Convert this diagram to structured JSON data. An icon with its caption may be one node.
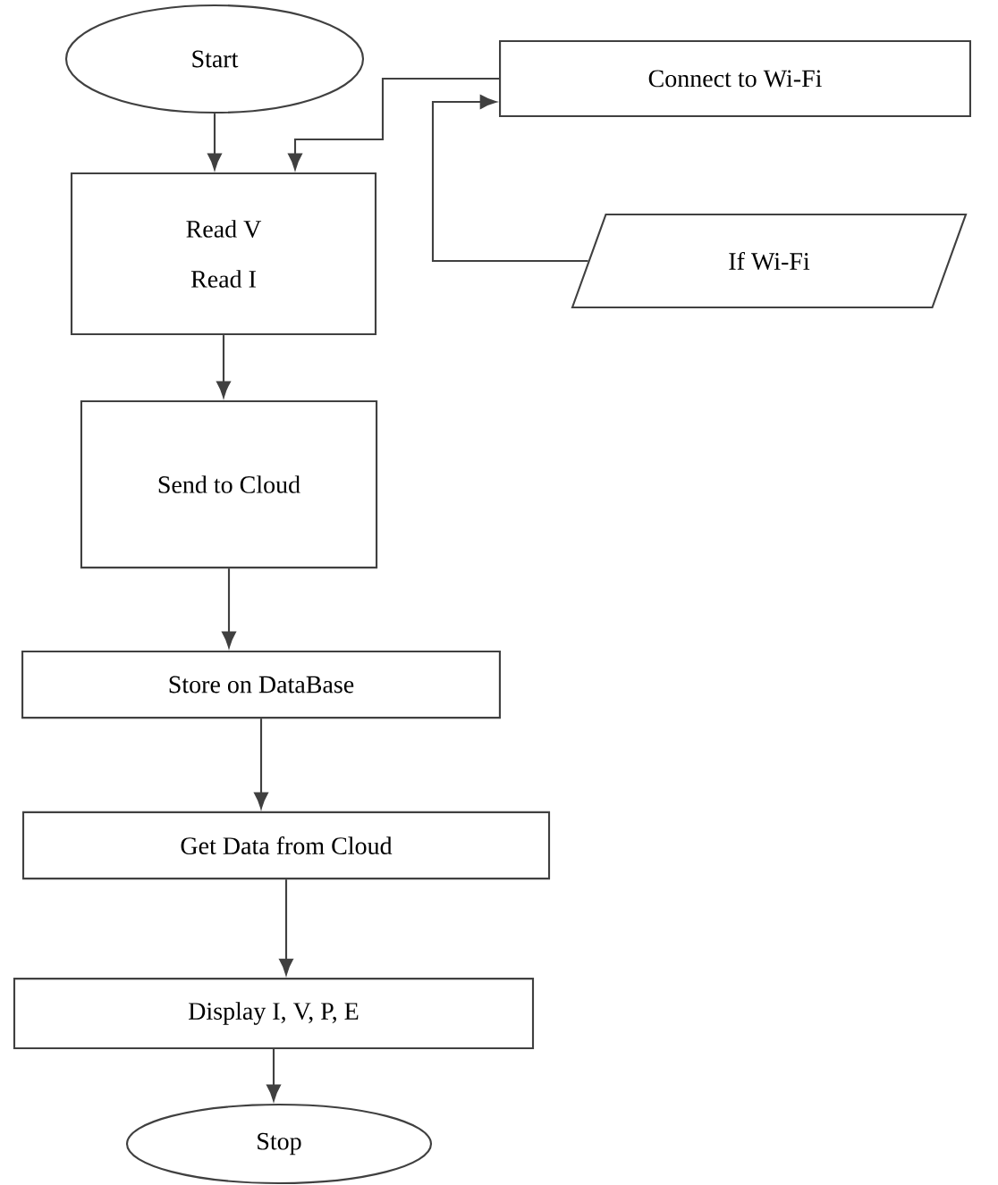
{
  "diagram": {
    "nodes": [
      {
        "text": [
          "Start"
        ]
      },
      {
        "text": [
          "Connect to Wi-Fi"
        ]
      },
      {
        "text": [
          "If Wi-Fi"
        ]
      },
      {
        "text": [
          "Read V",
          "Read I"
        ]
      },
      {
        "text": [
          "Send to Cloud"
        ]
      },
      {
        "text": [
          "Store on DataBase"
        ]
      },
      {
        "text": [
          "Get Data from Cloud"
        ]
      },
      {
        "text": [
          "Display I, V, P, E"
        ]
      },
      {
        "text": [
          "Stop"
        ]
      }
    ],
    "edges": [
      {
        "from": 0,
        "to": 3,
        "arrow": "to"
      },
      {
        "from": 1,
        "to": 3,
        "arrow": "to"
      },
      {
        "from": 2,
        "to": 1,
        "arrow": "to"
      },
      {
        "from": 3,
        "to": 4,
        "arrow": "to"
      },
      {
        "from": 4,
        "to": 5,
        "arrow": "to"
      },
      {
        "from": 5,
        "to": 6,
        "arrow": "to"
      },
      {
        "from": 6,
        "to": 7,
        "arrow": "to"
      },
      {
        "from": 7,
        "to": 8,
        "arrow": "to"
      }
    ]
  }
}
